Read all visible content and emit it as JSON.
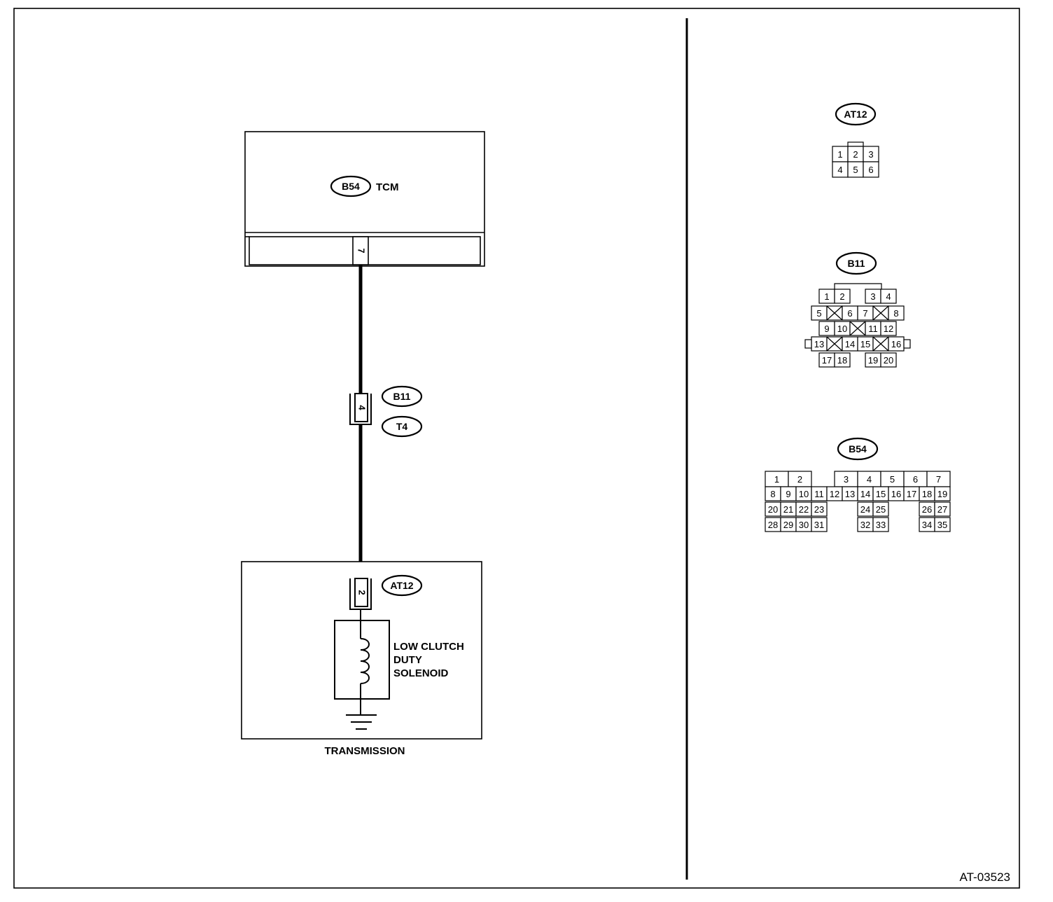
{
  "figure_code": "AT-03523",
  "tcm": {
    "connector": "B54",
    "name": "TCM",
    "pin": "7"
  },
  "joint": {
    "connectors": [
      "B11",
      "T4"
    ],
    "pin": "4"
  },
  "transmission": {
    "name": "TRANSMISSION",
    "connector": "AT12",
    "pin": "2",
    "solenoid_lines": [
      "LOW CLUTCH",
      "DUTY",
      "SOLENOID"
    ]
  },
  "connector_views": {
    "at12": {
      "tag": "AT12",
      "pins": [
        "1",
        "2",
        "3",
        "4",
        "5",
        "6"
      ]
    },
    "b11": {
      "tag": "B11",
      "pins": [
        "1",
        "2",
        "3",
        "4",
        "5",
        "6",
        "7",
        "8",
        "9",
        "10",
        "11",
        "12",
        "13",
        "14",
        "15",
        "16",
        "17",
        "18",
        "19",
        "20"
      ]
    },
    "b54": {
      "tag": "B54",
      "pins": [
        "1",
        "2",
        "3",
        "4",
        "5",
        "6",
        "7",
        "8",
        "9",
        "10",
        "11",
        "12",
        "13",
        "14",
        "15",
        "16",
        "17",
        "18",
        "19",
        "20",
        "21",
        "22",
        "23",
        "24",
        "25",
        "26",
        "27",
        "28",
        "29",
        "30",
        "31",
        "32",
        "33",
        "34",
        "35"
      ]
    }
  }
}
